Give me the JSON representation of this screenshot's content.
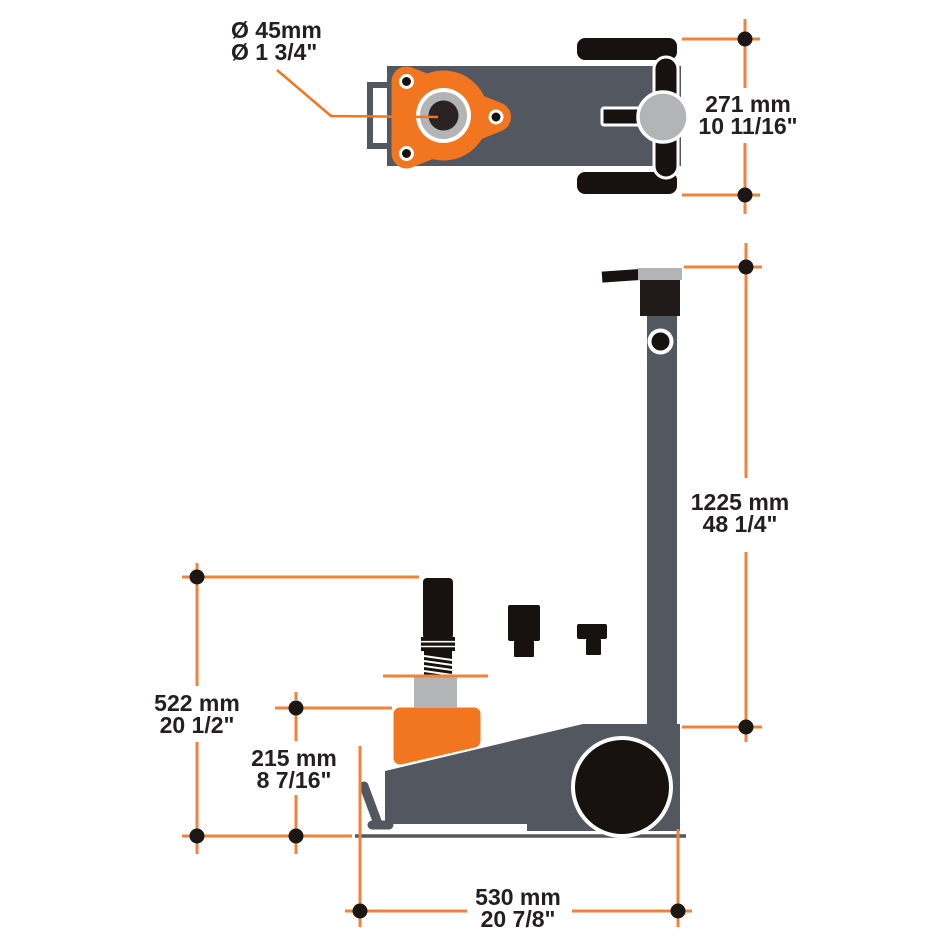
{
  "palette": {
    "body_gray": "#53575F",
    "accent_orange": "#F2751F",
    "dimension_orange": "#F0823A",
    "light_gray": "#B3B4B6",
    "part_black": "#17120F",
    "text": "#231F20"
  },
  "diagram": {
    "labels": {
      "saddle_diameter": {
        "metric": "Ø 45mm",
        "imperial": "Ø 1 3/4\""
      },
      "overall_width": {
        "metric": "271 mm",
        "imperial": "10 11/16\""
      },
      "handle_height": {
        "metric": "1225 mm",
        "imperial": "48 1/4\""
      },
      "max_lift_height": {
        "metric": "522 mm",
        "imperial": "20 1/2\""
      },
      "min_height": {
        "metric": "215 mm",
        "imperial": "8 7/16\""
      },
      "chassis_length": {
        "metric": "530 mm",
        "imperial": "20 7/8\""
      }
    }
  }
}
